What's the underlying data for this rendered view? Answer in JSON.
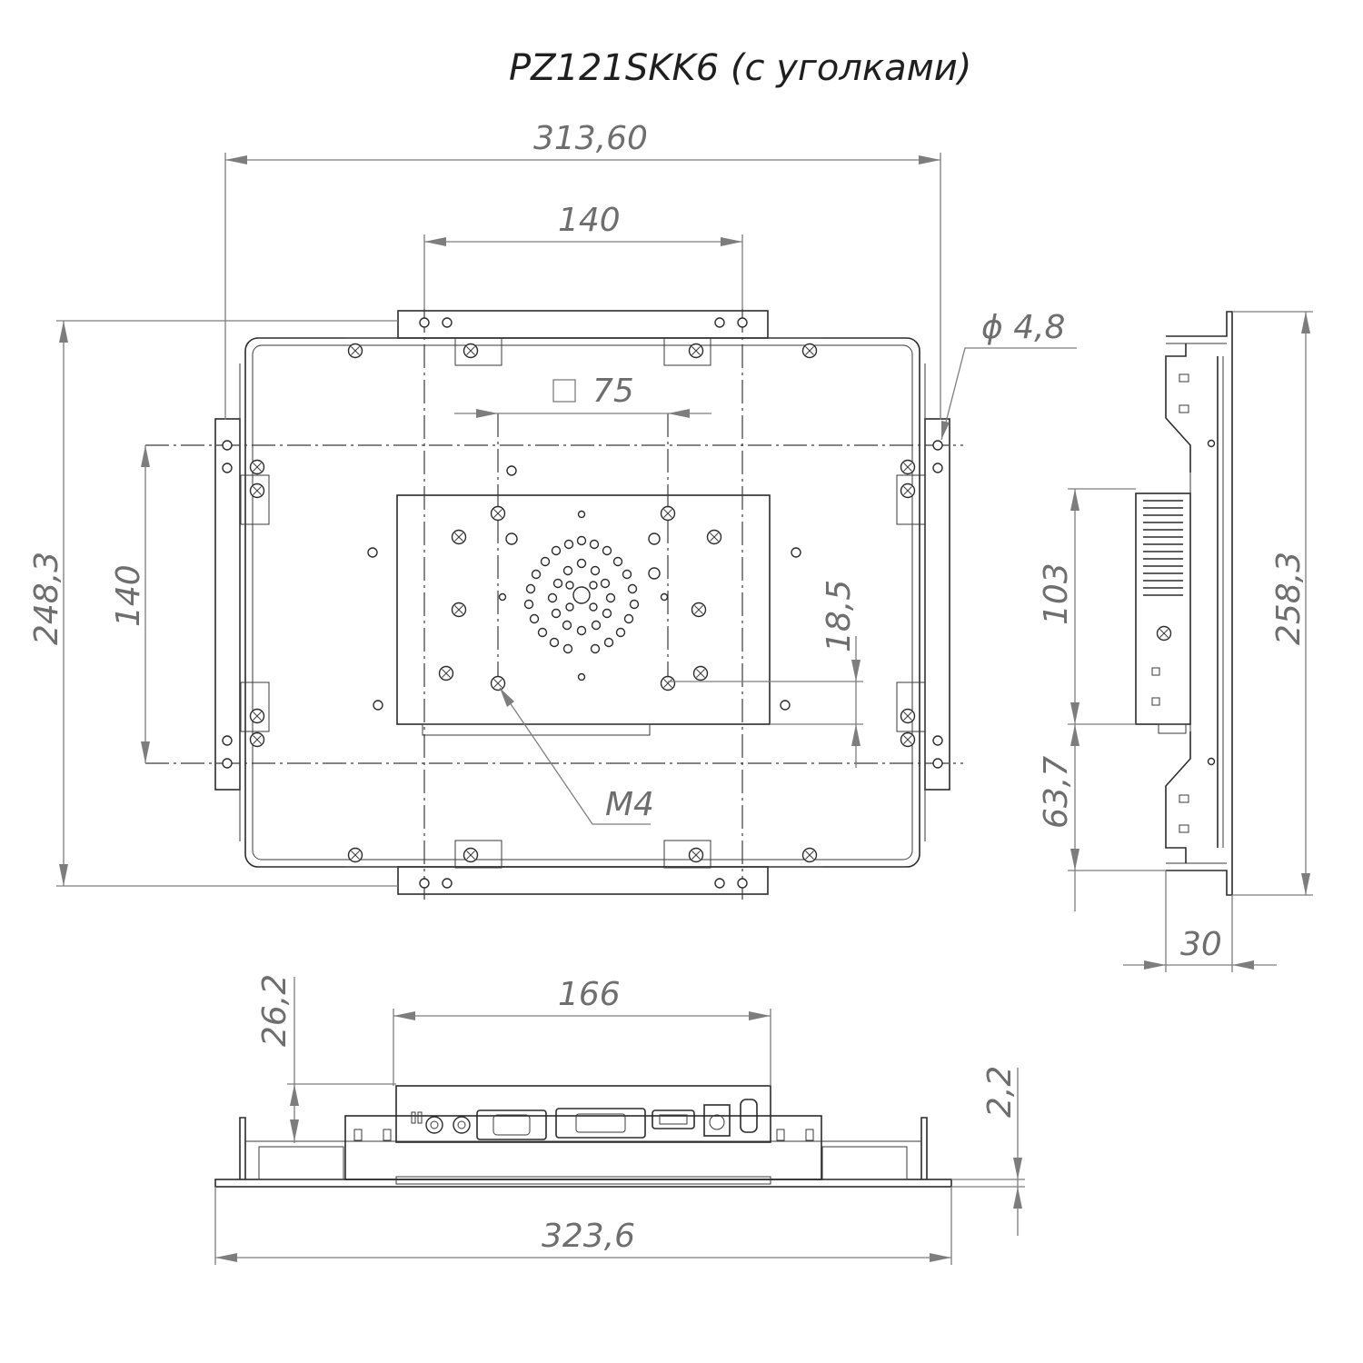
{
  "title": "PZ121SKK6 (с уголками)",
  "dimensions": {
    "overall_width": "313,60",
    "bracket_spacing_h": "140",
    "hole_diameter": "ϕ 4,8",
    "vesa": "75",
    "overall_height": "248,3",
    "bracket_spacing_v": "140",
    "offset": "18,5",
    "thread": "M4",
    "side_height": "258,3",
    "side_box": "103",
    "side_lower": "63,7",
    "depth": "30",
    "bottom_box_width": "166",
    "bottom_box_height": "26,2",
    "bezel_thickness": "2,2",
    "bottom_overall_width": "323,6"
  }
}
